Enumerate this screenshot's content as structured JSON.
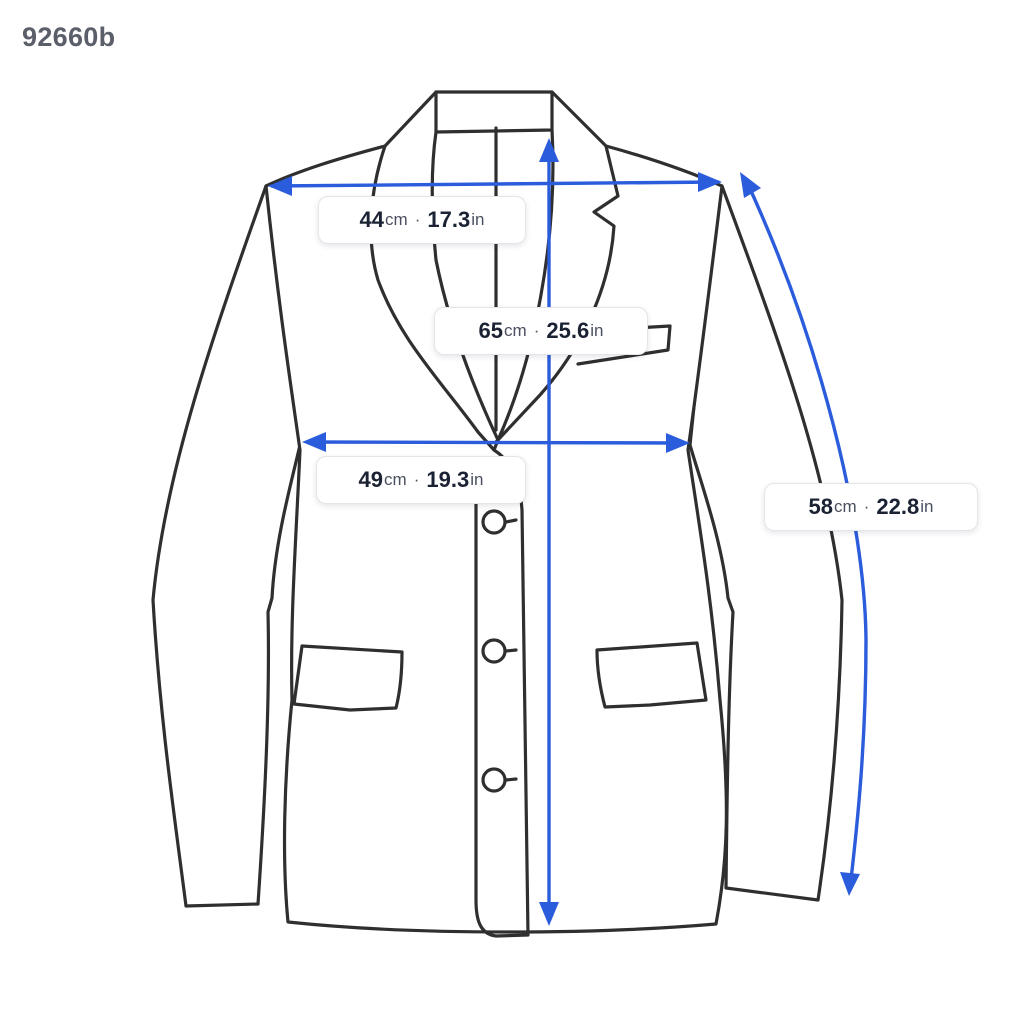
{
  "product_code": "92660b",
  "colors": {
    "outline": "#2f2f2f",
    "measure": "#2b5cdc",
    "code_text": "#5b5f69"
  },
  "measurements": {
    "shoulder": {
      "cm_value": "44",
      "cm_unit": "cm",
      "separator": "·",
      "in_value": "17.3",
      "in_unit": "in"
    },
    "length": {
      "cm_value": "65",
      "cm_unit": "cm",
      "separator": "·",
      "in_value": "25.6",
      "in_unit": "in"
    },
    "chest": {
      "cm_value": "49",
      "cm_unit": "cm",
      "separator": "·",
      "in_value": "19.3",
      "in_unit": "in"
    },
    "sleeve": {
      "cm_value": "58",
      "cm_unit": "cm",
      "separator": "·",
      "in_value": "22.8",
      "in_unit": "in"
    }
  }
}
